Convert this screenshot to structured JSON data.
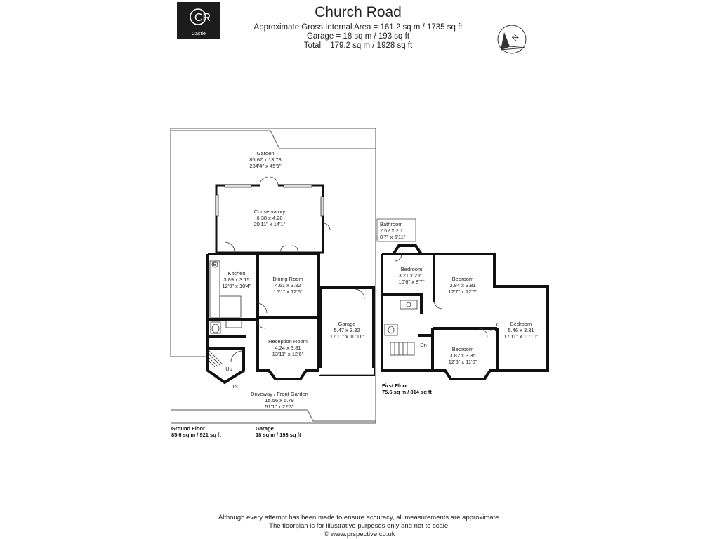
{
  "header": {
    "title": "Church Road",
    "area_line": "Approximate Gross Internal Area = 161.2 sq m / 1735 sq ft",
    "garage_line": "Garage = 18 sq m / 193 sq ft",
    "total_line": "Total = 179.2 sq m / 1928 sq ft"
  },
  "logo": {
    "letters": "CR",
    "brand": "Castle",
    "bg_color": "#1c1c1c"
  },
  "compass": {
    "letter": "N"
  },
  "rooms": {
    "garden": {
      "name": "Garden",
      "metric": "86.67 x 13.73",
      "imperial": "284'4\" x 45'1\""
    },
    "conservatory": {
      "name": "Conservatory",
      "metric": "6.38 x 4.28",
      "imperial": "20'11\" x 14'1\""
    },
    "kitchen": {
      "name": "Kitchen",
      "metric": "3.89 x 3.15",
      "imperial": "12'9\" x 10'4\""
    },
    "dining": {
      "name": "Dining Room",
      "metric": "4.61 x 3.82",
      "imperial": "15'1\" x 12'6\""
    },
    "reception": {
      "name": "Reception Room",
      "metric": "4.24 x 3.81",
      "imperial": "13'11\" x 12'6\""
    },
    "garage": {
      "name": "Garage",
      "metric": "5.47 x 3.32",
      "imperial": "17'11\" x 10'11\""
    },
    "driveway": {
      "name": "Driveway / Front Garden",
      "metric": "15.56 x 6.79",
      "imperial": "51'1\" x 22'3\""
    },
    "bathroom": {
      "name": "Bathroom",
      "metric": "2.62 x 2.11",
      "imperial": "8'7\" x 6'11\""
    },
    "bedroom1": {
      "name": "Bedroom",
      "metric": "3.21 x 2.61",
      "imperial": "10'6\" x 8'7\""
    },
    "bedroom2": {
      "name": "Bedroom",
      "metric": "3.84 x 3.81",
      "imperial": "12'7\" x 12'6\""
    },
    "bedroom3": {
      "name": "Bedroom",
      "metric": "5.46 x 3.31",
      "imperial": "17'11\" x 10'10\""
    },
    "bedroom4": {
      "name": "Bedroom",
      "metric": "3.82 x 3.35",
      "imperial": "12'6\" x 11'0\""
    }
  },
  "markers": {
    "boiler": "B",
    "up": "Up",
    "in": "IN",
    "down": "Dn"
  },
  "floors": {
    "ground": {
      "name": "Ground Floor",
      "area": "85.6 sq m / 921 sq ft"
    },
    "garage": {
      "name": "Garage",
      "area": "18 sq m / 193 sq ft"
    },
    "first": {
      "name": "First Floor",
      "area": "75.6 sq m / 814 sq ft"
    }
  },
  "footer": {
    "line1": "Although every attempt has been made to ensure accuracy, all measurements are approximate.",
    "line2": "The floorplan is for illustrative purposes only and not to scale.",
    "line3": "© www.prspective.co.uk"
  },
  "colors": {
    "wall": "#111111",
    "outline": "#555555",
    "window": "#cccccc"
  }
}
